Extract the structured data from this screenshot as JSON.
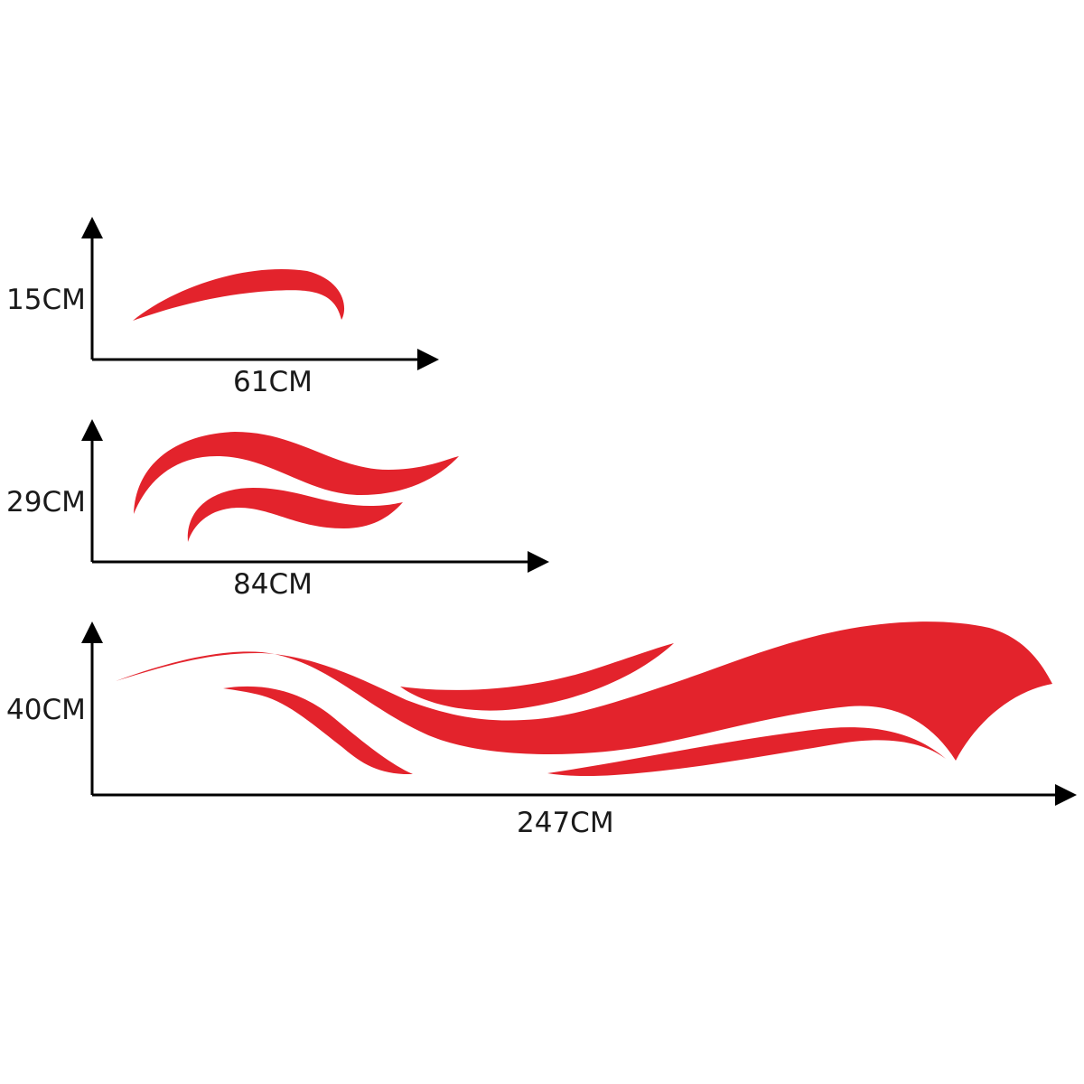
{
  "colors": {
    "decal": "#e3232c",
    "axis": "#000000",
    "text": "#1a1a1a",
    "background": "#ffffff"
  },
  "decals": [
    {
      "height_label": "15CM",
      "width_label": "61CM"
    },
    {
      "height_label": "29CM",
      "width_label": "84CM"
    },
    {
      "height_label": "40CM",
      "width_label": "247CM"
    }
  ]
}
